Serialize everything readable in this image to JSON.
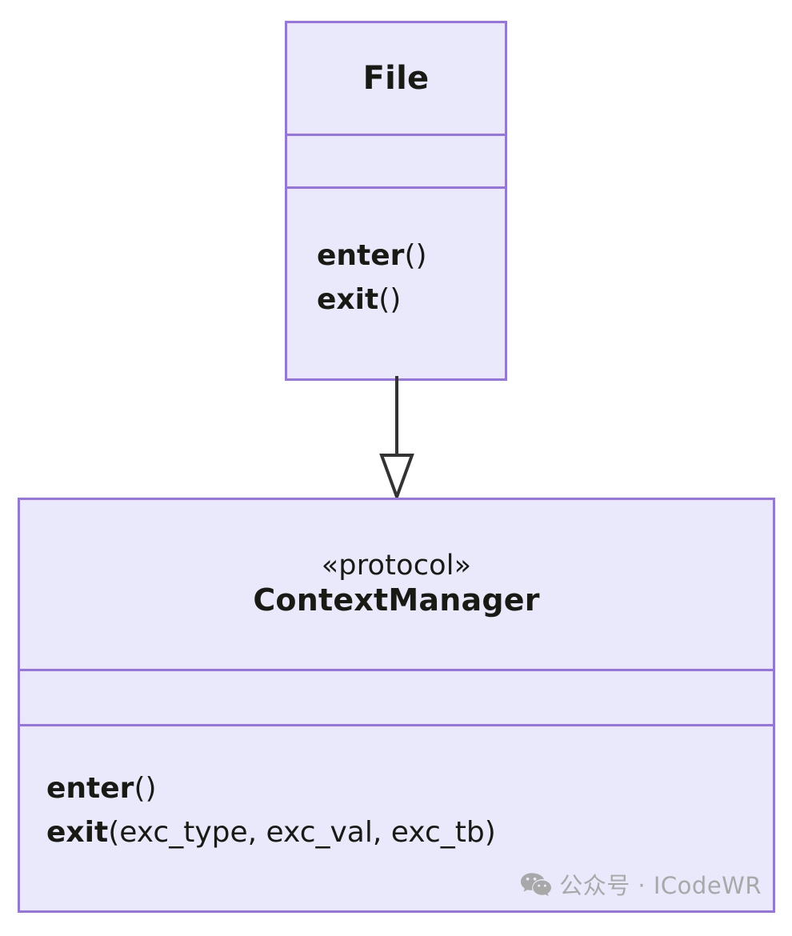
{
  "diagram": {
    "type": "uml-class-diagram",
    "background_color": "#FFFFFF",
    "class_fill_color": "#E9E9FB",
    "class_border_color": "#9673E6",
    "connector_color": "#333333",
    "classes": [
      {
        "id": "file",
        "stereotype": "",
        "name": "File",
        "attributes": [],
        "operations": [
          {
            "name": "enter",
            "signature": "()"
          },
          {
            "name": "exit",
            "signature": "()"
          }
        ]
      },
      {
        "id": "contextmanager",
        "stereotype": "«protocol»",
        "name": "ContextManager",
        "attributes": [],
        "operations": [
          {
            "name": "enter",
            "signature": "()"
          },
          {
            "name": "exit",
            "signature": "(exc_type, exc_val, exc_tb)"
          }
        ]
      }
    ],
    "relationships": [
      {
        "kind": "generalization",
        "from": "file",
        "to": "contextmanager",
        "arrowhead": "hollow-triangle"
      }
    ]
  },
  "watermark": {
    "icon": "wechat-icon",
    "text": "公众号 · ICodeWR",
    "color": "#A8A8A8"
  }
}
